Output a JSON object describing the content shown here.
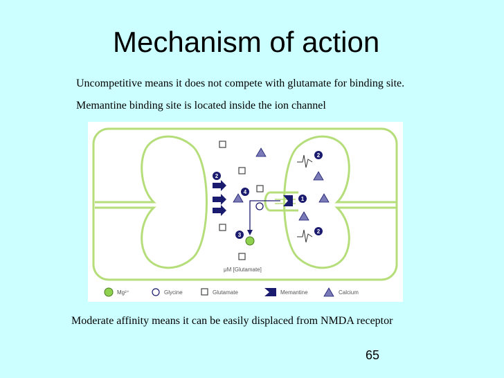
{
  "slide": {
    "title": "Mechanism of action",
    "bullet_1": "Uncompetitive means it does not compete with glutamate for binding site.",
    "bullet_2": "Memantine binding site is located inside the ion channel",
    "bullet_3": "Moderate affinity means it can be easily displaced from NMDA receptor",
    "page_number": "65"
  },
  "diagram": {
    "axis_label": "μM [Glutamate]",
    "step_markers": [
      "1",
      "2",
      "2",
      "2",
      "3",
      "4"
    ],
    "legend": [
      "Mg²⁺",
      "Glycine",
      "Glutamate",
      "Memantine",
      "Calcium"
    ],
    "colors": {
      "membrane": "#b5de7a",
      "navy": "#1a1a6e",
      "triangle": "#7a7ab8",
      "mg": "#8fd14f"
    }
  }
}
